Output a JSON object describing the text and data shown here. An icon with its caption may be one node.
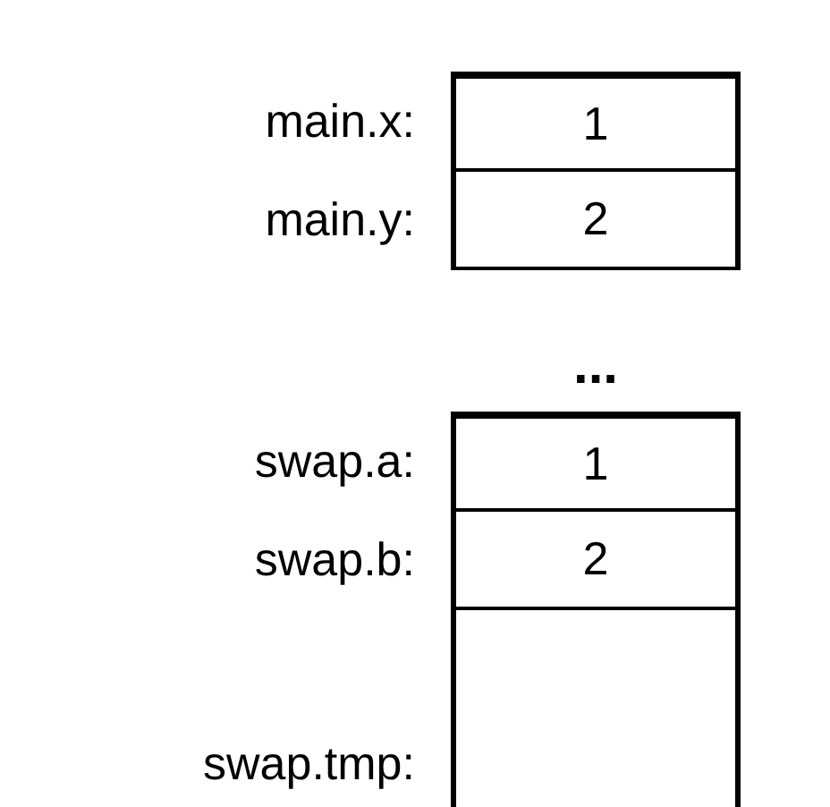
{
  "diagram": {
    "nodes": [
      {
        "text": [
          "1"
        ],
        "beside": [
          "main.x:"
        ]
      },
      {
        "text": [
          "2"
        ],
        "beside": [
          "main.y:"
        ]
      },
      {
        "text": [
          "1"
        ],
        "beside": [
          "swap.a:"
        ]
      },
      {
        "text": [
          "2"
        ],
        "beside": [
          "swap.b:"
        ]
      },
      {
        "text": [],
        "shape": "box",
        "beside": [
          "swap.tmp:"
        ]
      }
    ],
    "labels": [
      "..."
    ]
  }
}
